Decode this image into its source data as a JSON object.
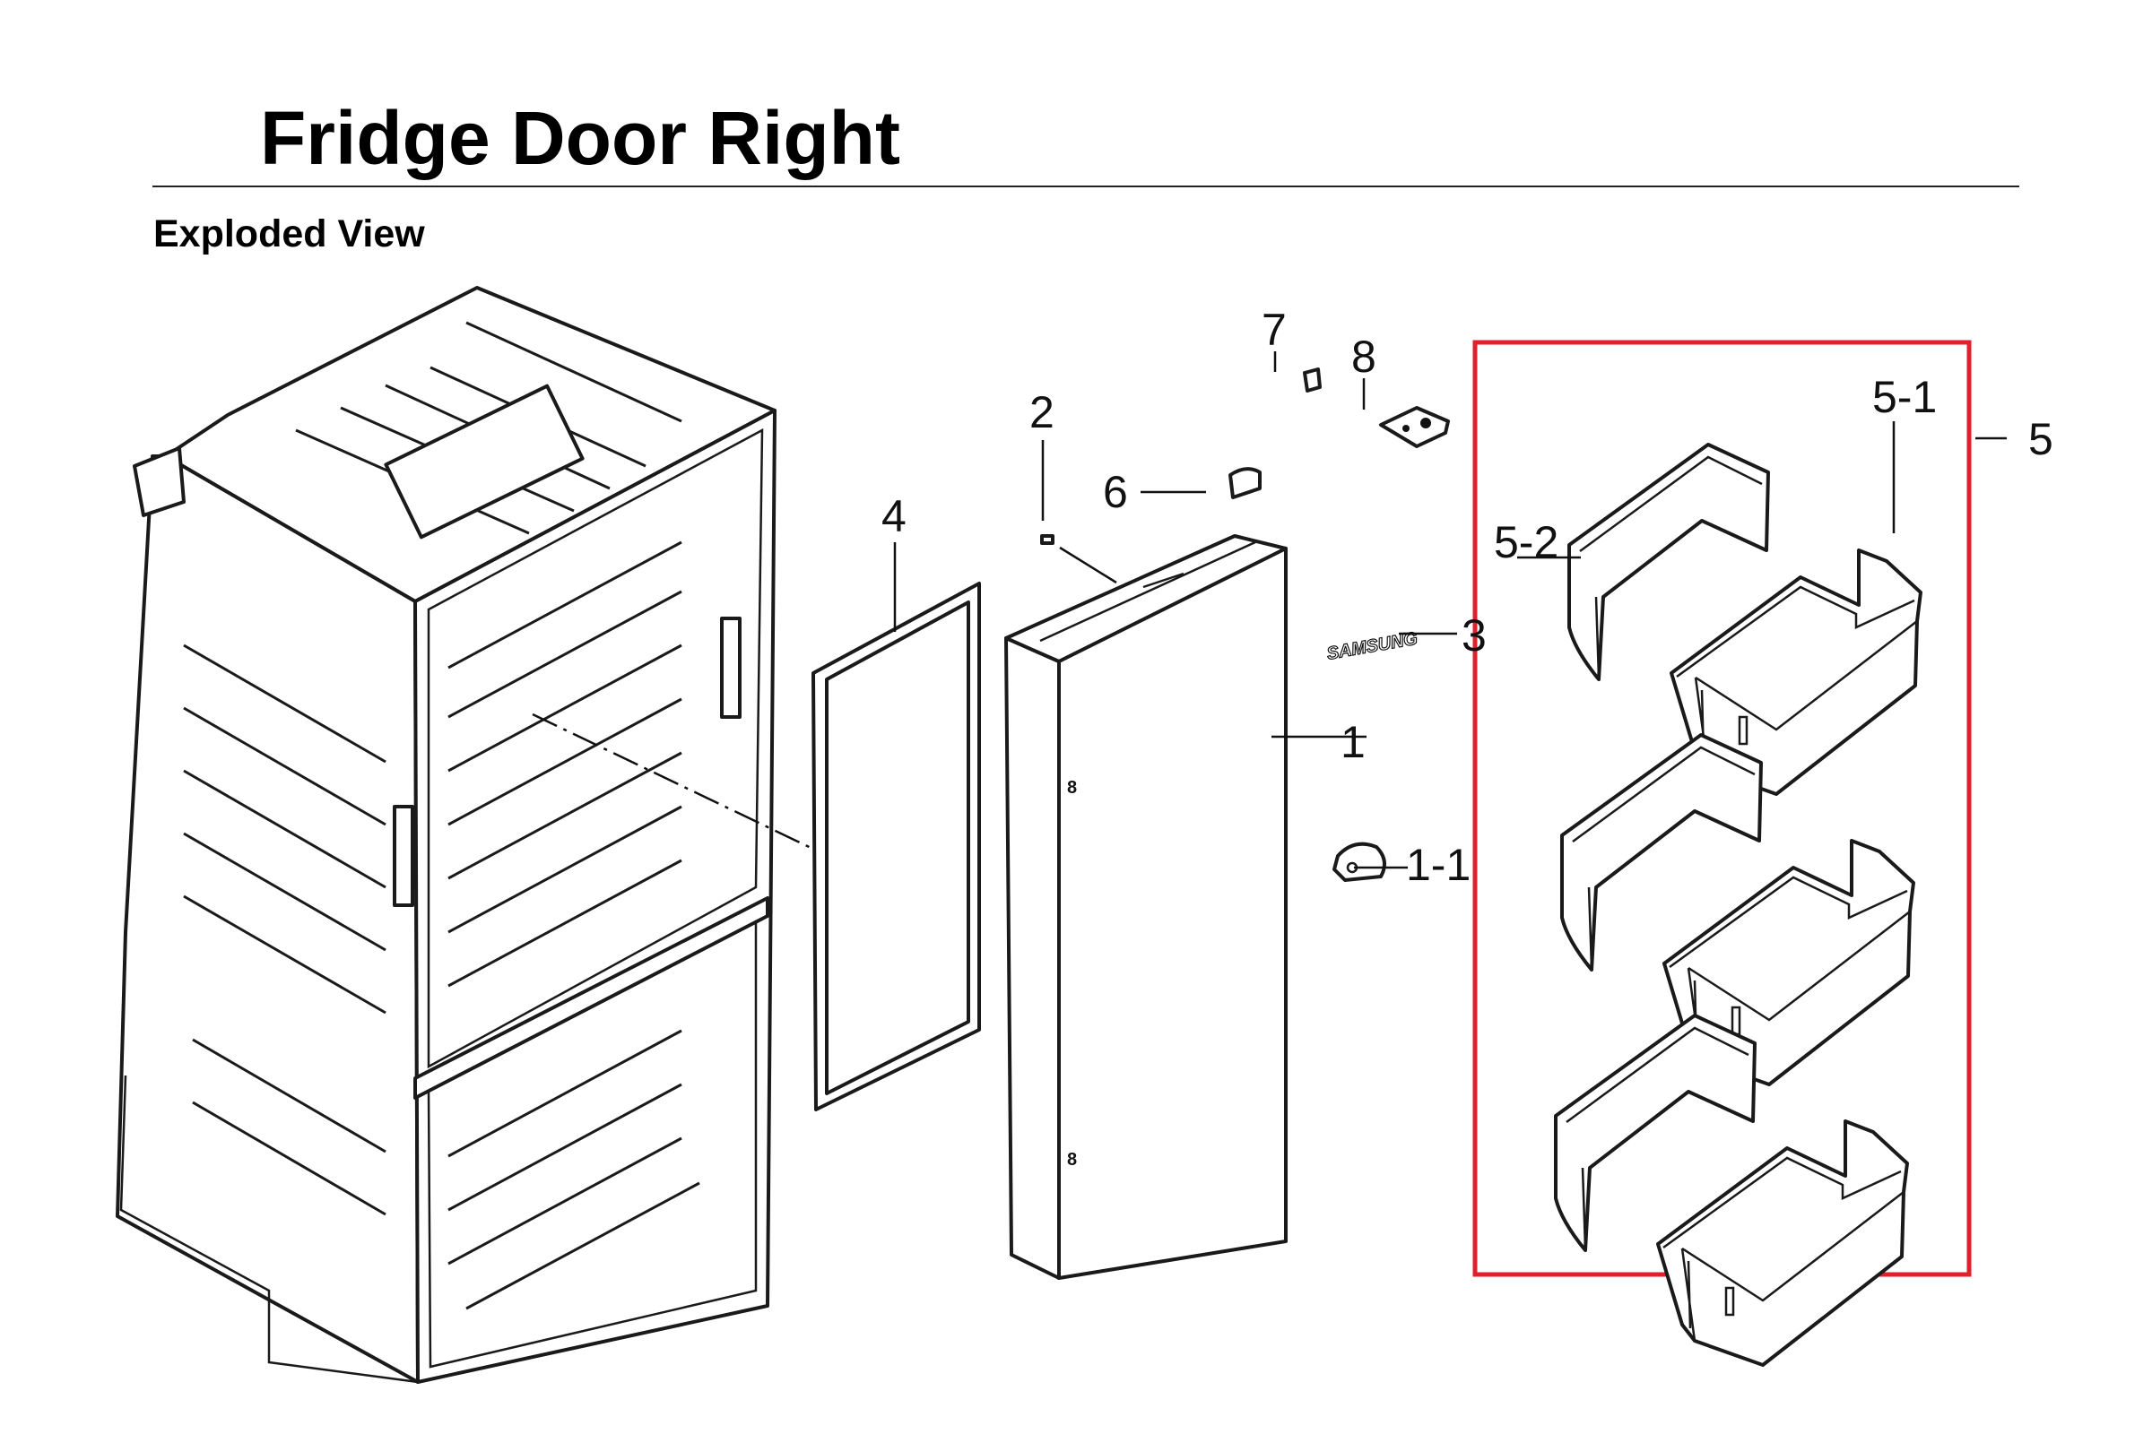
{
  "header": {
    "title": "Fridge Door Right",
    "subtitle": "Exploded View"
  },
  "colors": {
    "highlight": "#e0202a",
    "line": "#1a1a1a"
  },
  "callouts": [
    {
      "id": "1",
      "part": "door"
    },
    {
      "id": "1-1",
      "part": "hinge-cap"
    },
    {
      "id": "2",
      "part": "stopper"
    },
    {
      "id": "3",
      "part": "logo-badge"
    },
    {
      "id": "4",
      "part": "gasket"
    },
    {
      "id": "5",
      "part": "door-guard-assembly"
    },
    {
      "id": "5-1",
      "part": "guard-bin"
    },
    {
      "id": "5-2",
      "part": "guard-retainer"
    },
    {
      "id": "6",
      "part": "hinge-cover"
    },
    {
      "id": "7",
      "part": "cap"
    },
    {
      "id": "8",
      "part": "hinge-bracket"
    }
  ],
  "logo_text": "SAMSUNG"
}
